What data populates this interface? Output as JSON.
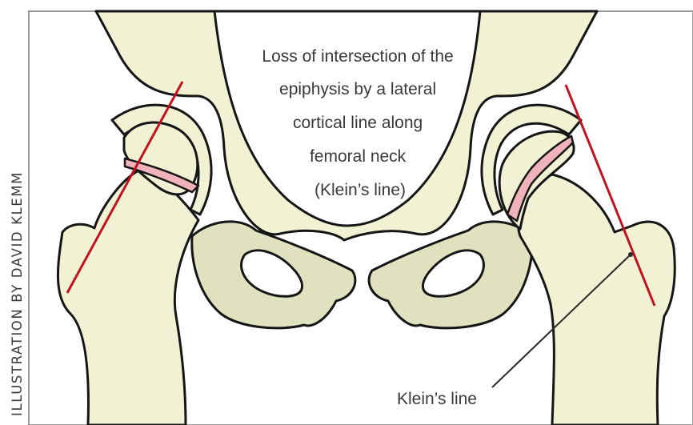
{
  "annotation": {
    "lines": [
      "Loss of intersection of the",
      "epiphysis by a lateral",
      "cortical line along",
      "femoral neck",
      "(Klein’s line)"
    ]
  },
  "label": {
    "klein_line": "Klein’s line"
  },
  "credit": "ILLUSTRATION BY DAVID KLEMM",
  "colors": {
    "bone": "#f1f1d4",
    "bone_shaded": "#e0e1bf",
    "outline": "#161616",
    "growth_plate": "#f0b3b9",
    "klein_line": "#c1121f",
    "frame": "#9a9a9a"
  }
}
